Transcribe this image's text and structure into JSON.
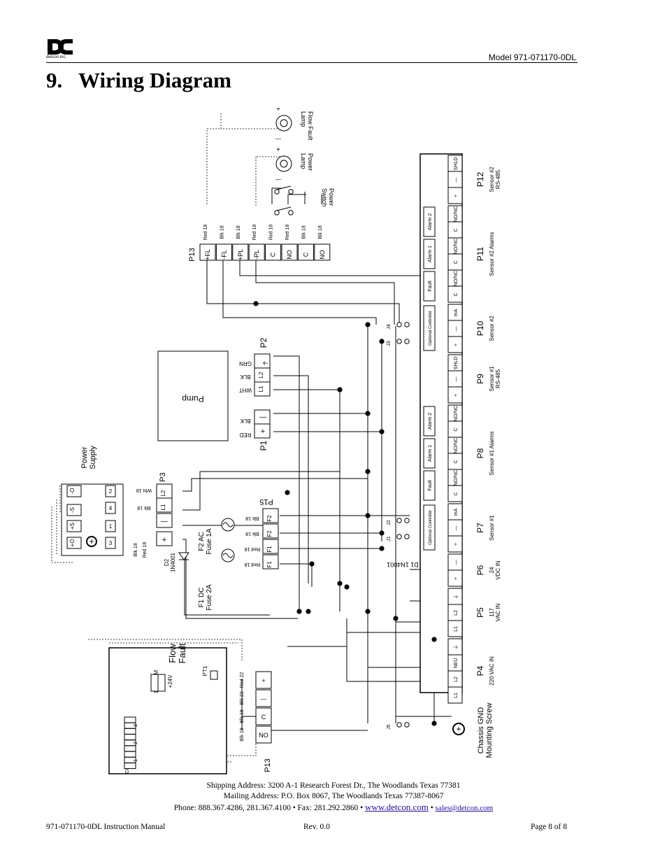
{
  "header": {
    "logo_text": "detcon inc.",
    "model": "Model 971-071170-0DL"
  },
  "title": {
    "number": "9.",
    "text": "Wiring Diagram"
  },
  "diagram": {
    "p13_top": {
      "name": "P13",
      "pins": [
        "+FL",
        "-FL",
        "+PL",
        "-PL",
        "C",
        "NO",
        "C",
        "NO"
      ],
      "wires": [
        "Red 18",
        "Blk 18",
        "Blk 18",
        "Red 18",
        "Red 18",
        "Red 18",
        "Blk 18",
        "Blk 18"
      ]
    },
    "flow_fault_lamp": "Flow Fault\nLamp",
    "power_lamp": "Power\nLamp",
    "power_switch": "Power\nSwitch",
    "pump": {
      "label": "Pump",
      "p2": "P2",
      "p2_wires": [
        "GRN",
        "BLK",
        "WHT"
      ],
      "p1": "P1",
      "p1_wires": [
        "BLK",
        "RED"
      ]
    },
    "power_supply": {
      "label": "Power\nSupply",
      "p3": "P3",
      "terminals": [
        "-O",
        "-S",
        "+S",
        "+O"
      ],
      "nums": [
        "2",
        "4",
        "1",
        "3"
      ],
      "wires": [
        "Wht 18",
        "Blk 18",
        "Blk 18",
        "Red 18"
      ]
    },
    "p15": {
      "name": "P15",
      "pins": [
        "F2",
        "F2",
        "F1",
        "F1"
      ],
      "wires": [
        "Blk 18",
        "Blk 18",
        "Red 18",
        "Red 18"
      ]
    },
    "fuses": {
      "f2": "F2 AC\nFuse 1A",
      "f1": "F1 DC\nFuse 2A"
    },
    "d2": "D2\n1N4001",
    "d1": "D1 1N4001",
    "flow_fault": {
      "label": "Flow\nFault",
      "pt1": "PT1",
      "dc_com": "DC COM",
      "plus24": "+24V",
      "relays": [
        "NC",
        "NO",
        "COM",
        "NC",
        "NO",
        "COM",
        "NC",
        "NO",
        "COM"
      ],
      "relay_nums": [
        "3",
        "2",
        "1"
      ]
    },
    "p13_bottom": {
      "name": "P13",
      "pins": [
        "+",
        "—",
        "C",
        "NO"
      ],
      "wires": [
        "Red 22",
        "Blk 22",
        "Blk 18",
        "Blk 18"
      ]
    },
    "board": {
      "p12": {
        "name": "P12",
        "desc": "Sensor #2\nRS-485",
        "pins": [
          "SHLD",
          "—",
          "+"
        ]
      },
      "p11": {
        "name": "P11",
        "desc": "Sensor #2 Alarms",
        "pins": [
          "NO/NC",
          "C",
          "NO/NC",
          "C",
          "NO/NC",
          "C"
        ],
        "boxes": [
          "Alarm 2",
          "Alarm 1",
          "Fault"
        ]
      },
      "p10": {
        "name": "P10",
        "desc": "Sensor #2",
        "pins": [
          "mA",
          "—",
          "+"
        ],
        "box": "Optional Controller"
      },
      "p9": {
        "name": "P9",
        "desc": "Sensor #1\nRS-485",
        "pins": [
          "SHLD",
          "—",
          "+"
        ]
      },
      "p8": {
        "name": "P8",
        "desc": "Sensor #1 Alarms",
        "pins": [
          "NO/NC",
          "C",
          "NO/NC",
          "C",
          "NO/NC",
          "C"
        ],
        "boxes": [
          "Alarm 2",
          "Alarm 1",
          "Fault"
        ]
      },
      "p7": {
        "name": "P7",
        "desc": "Sensor #1",
        "pins": [
          "mA",
          "—",
          "+"
        ],
        "box": "Optional Controller"
      },
      "p6": {
        "name": "P6",
        "desc": "24\nVDC IN",
        "pins": [
          "—",
          "+"
        ]
      },
      "p5": {
        "name": "P5",
        "desc": "117\nVAC IN",
        "pins": [
          "⏚",
          "L2",
          "L1"
        ]
      },
      "p4": {
        "name": "P4",
        "desc": "220 VAC IN",
        "pins": [
          "⏚",
          "NEU",
          "L2",
          "L1"
        ]
      },
      "jumpers": [
        "J4",
        "J3",
        "J2",
        "J1",
        "J5"
      ]
    },
    "chassis": "Chassis GND\nMounting Screw"
  },
  "footer": {
    "shipping": "Shipping Address: 3200 A-1 Research Forest Dr., The Woodlands Texas 77381",
    "mailing": "Mailing Address: P.O. Box 8067, The Woodlands Texas 77387-8067",
    "phone": "Phone: 888.367.4286, 281.367.4100 • Fax: 281.292.2860 •",
    "web": "www.detcon.com",
    "bullet": "•",
    "email": "sales@detcon.com",
    "manual": "971-071170-0DL Instruction Manual",
    "rev": "Rev. 0.0",
    "page": "Page 8 of 8"
  }
}
